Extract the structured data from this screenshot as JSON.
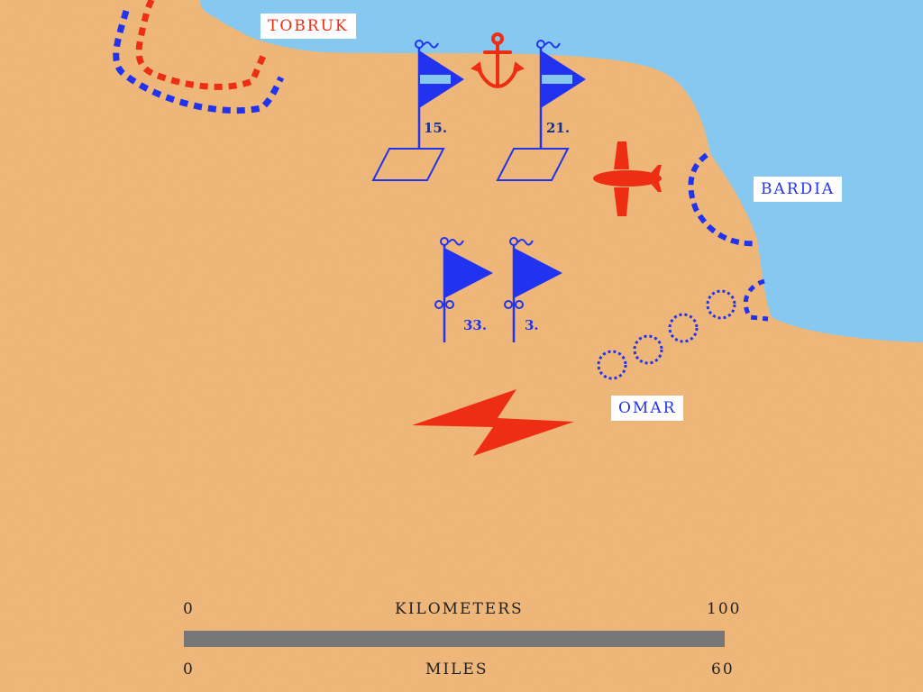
{
  "map": {
    "colors": {
      "land": "#f1b97c",
      "sea": "#86c8ef",
      "blue": "#2233f0",
      "red": "#ee2e12",
      "label_text_blue": "#1b2f8a",
      "scale_bar": "#777777"
    },
    "places": [
      {
        "id": "tobruk",
        "name": "Tobruk",
        "color": "#ee2e12"
      },
      {
        "id": "bardia",
        "name": "Bardia",
        "color": "#2233f0"
      },
      {
        "id": "omar",
        "name": "Omar",
        "color": "#2233f0"
      }
    ],
    "units": [
      {
        "id": "15",
        "label": "15.",
        "symbol": "pennant-with-box"
      },
      {
        "id": "21",
        "label": "21.",
        "symbol": "pennant-with-box"
      },
      {
        "id": "33",
        "label": "33.",
        "symbol": "pennant"
      },
      {
        "id": "3",
        "label": "3.",
        "symbol": "pennant"
      }
    ],
    "icons": [
      "anchor-icon",
      "aircraft-icon",
      "lightning-bolt-icon"
    ]
  },
  "scale": {
    "km_label": "Kilometers",
    "km_start": "0",
    "km_end": "100",
    "miles_label": "Miles",
    "miles_start": "0",
    "miles_end": "60"
  }
}
